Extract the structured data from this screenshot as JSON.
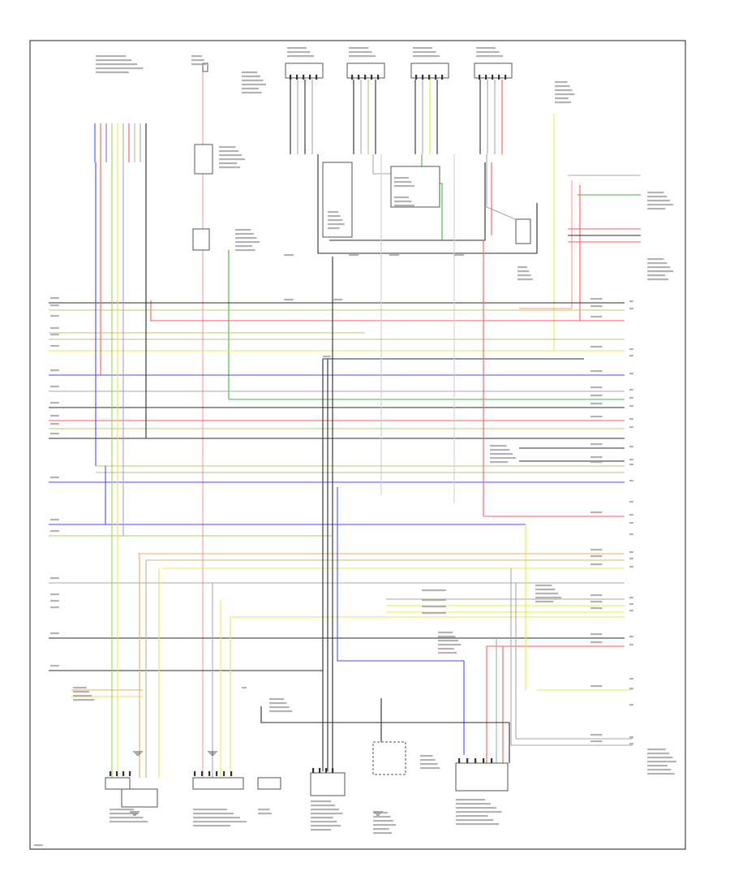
{
  "page_label": "",
  "palette": {
    "black": "#2b2b2b",
    "red": "#ff5a5a",
    "pink": "#ff9a9a",
    "blue": "#4a4aff",
    "violet": "#8c6ad6",
    "green": "#3cb43c",
    "lightgreen": "#9ad36a",
    "yellow": "#e8e84a",
    "olive": "#c9c36a",
    "orange": "#f0a860",
    "gray": "#a8a8a8",
    "lightgray": "#d0d0d0",
    "tan": "#c8b48c"
  },
  "icons": [
    "ground-symbol",
    "switch-symbol",
    "connector-symbol",
    "resistor-symbol"
  ]
}
